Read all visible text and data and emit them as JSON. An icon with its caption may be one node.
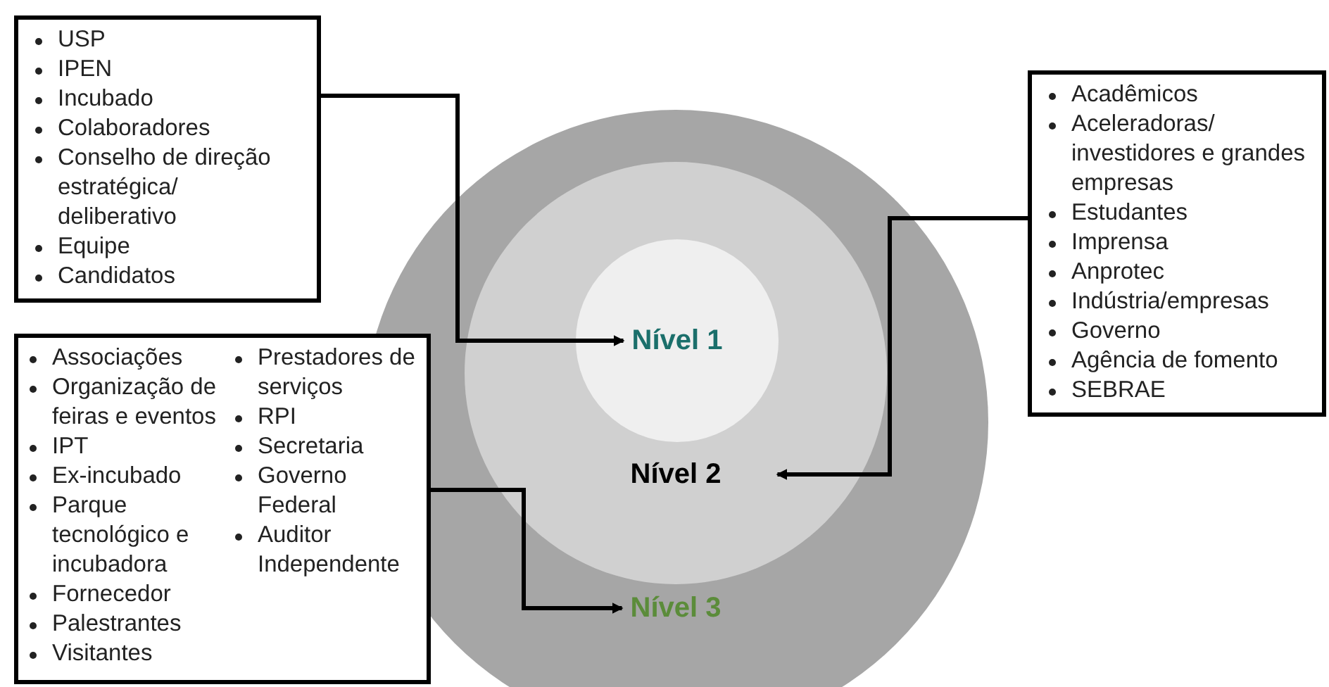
{
  "diagram": {
    "nodes": [
      {
        "text": [
          "USP",
          "IPEN",
          "Incubado",
          "Colaboradores",
          "Conselho de direção estratégica/ deliberativo",
          "Equipe",
          "Candidatos"
        ]
      },
      {
        "text": [
          "Nível 3"
        ]
      },
      {
        "text": [
          "Nível 2"
        ],
        "in": 1
      },
      {
        "text": [
          "Nível 1"
        ],
        "in": 2
      },
      {
        "text": [
          "Acadêmicos",
          "Aceleradoras/ investidores e grandes empresas",
          "Estudantes",
          "Imprensa",
          "Anprotec",
          "Indústria/empresas",
          "Governo",
          "Agência de fomento",
          "SEBRAE"
        ]
      },
      {
        "text": [
          "Associações",
          "Organização de feiras e eventos",
          "IPT",
          "Ex-incubado",
          "Parque tecnológico e incubadora",
          "Fornecedor",
          "Palestrantes",
          "Visitantes",
          "Prestadores de serviços",
          "RPI",
          "Secretaria",
          "Governo Federal",
          "Auditor Independente"
        ]
      }
    ],
    "edges": [
      {
        "from": 0,
        "to": 3,
        "arrow": "to"
      },
      {
        "from": 4,
        "to": 2,
        "arrow": "to"
      },
      {
        "from": 5,
        "to": 1,
        "arrow": "to"
      }
    ]
  }
}
